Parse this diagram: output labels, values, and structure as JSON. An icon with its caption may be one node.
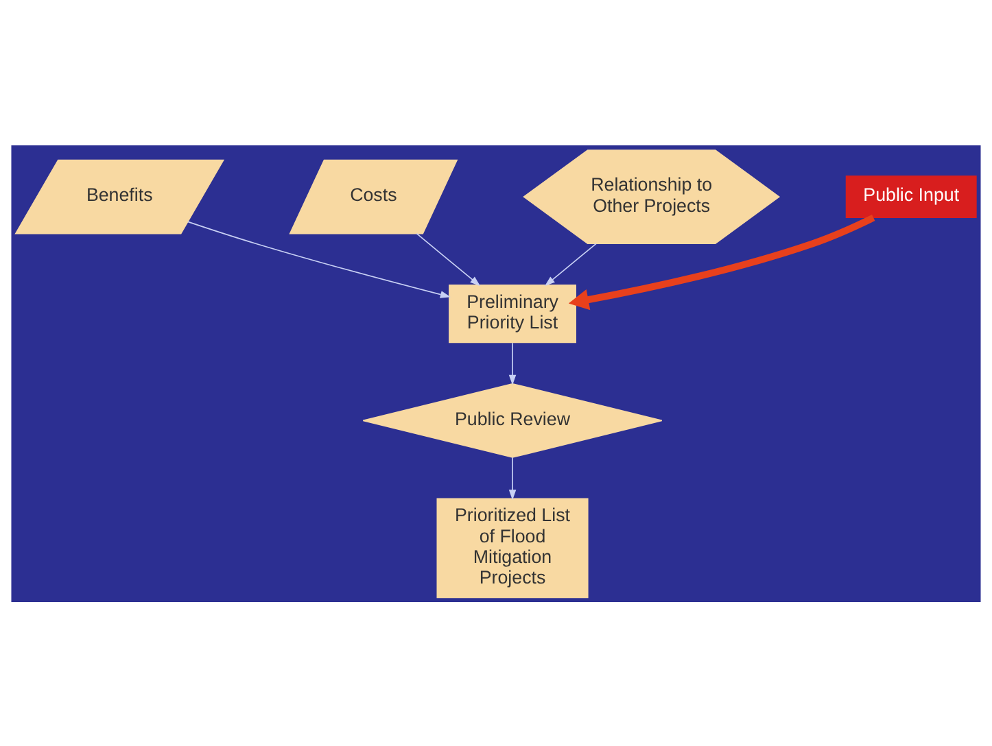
{
  "diagram": {
    "nodes": [
      {
        "text": [
          "Benefits"
        ]
      },
      {
        "text": [
          "Costs"
        ]
      },
      {
        "text": [
          "Relationship to Other Projects"
        ]
      },
      {
        "text": [
          "Public Input"
        ]
      },
      {
        "text": [
          "Preliminary Priority List"
        ]
      },
      {
        "text": [
          "Public Review"
        ]
      },
      {
        "text": [
          "Prioritized List of Flood Mitigation Projects"
        ]
      }
    ],
    "edges": [
      {
        "from": 0,
        "to": 4,
        "arrow": "to"
      },
      {
        "from": 1,
        "to": 4,
        "arrow": "to"
      },
      {
        "from": 2,
        "to": 4,
        "arrow": "to"
      },
      {
        "from": 3,
        "to": 4,
        "arrow": "to",
        "style": "thick",
        "color": "#e8401c"
      },
      {
        "from": 4,
        "to": 5,
        "arrow": "to"
      },
      {
        "from": 5,
        "to": 6,
        "arrow": "to"
      }
    ]
  }
}
